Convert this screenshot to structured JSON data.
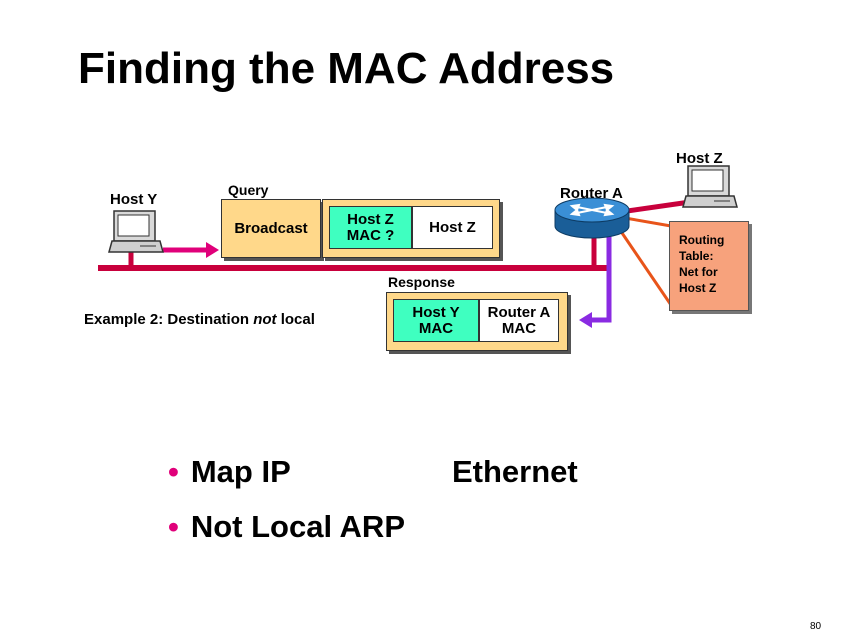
{
  "title": "Finding the MAC Address",
  "hosts": {
    "host_y": "Host Y",
    "host_z": "Host Z",
    "router_a": "Router A"
  },
  "query": {
    "label": "Query",
    "broadcast": "Broadcast",
    "dest_line1": "Host Z",
    "dest_line2": "MAC ?",
    "target": "Host Z"
  },
  "response": {
    "label": "Response",
    "host_y_line1": "Host Y",
    "host_y_line2": "MAC",
    "router_line1": "Router A",
    "router_line2": "MAC"
  },
  "routing_table": [
    "Routing",
    "Table:",
    "Net for",
    "Host Z"
  ],
  "example": {
    "prefix": "Example 2: Destination ",
    "emphasis": "not",
    "suffix": " local"
  },
  "bullets": [
    {
      "left": "Map IP",
      "right": "Ethernet"
    },
    {
      "text": "Not Local ARP"
    }
  ],
  "page_number": "80",
  "colors": {
    "wire": "#c8003c",
    "query_arrow": "#e0007a",
    "response_arrow": "#8a2be2",
    "orange_link": "#e8541a",
    "broadcast_fill": "#ffd88a",
    "host_fill": "#3fffc0",
    "router_blue": "#1e73b8"
  }
}
